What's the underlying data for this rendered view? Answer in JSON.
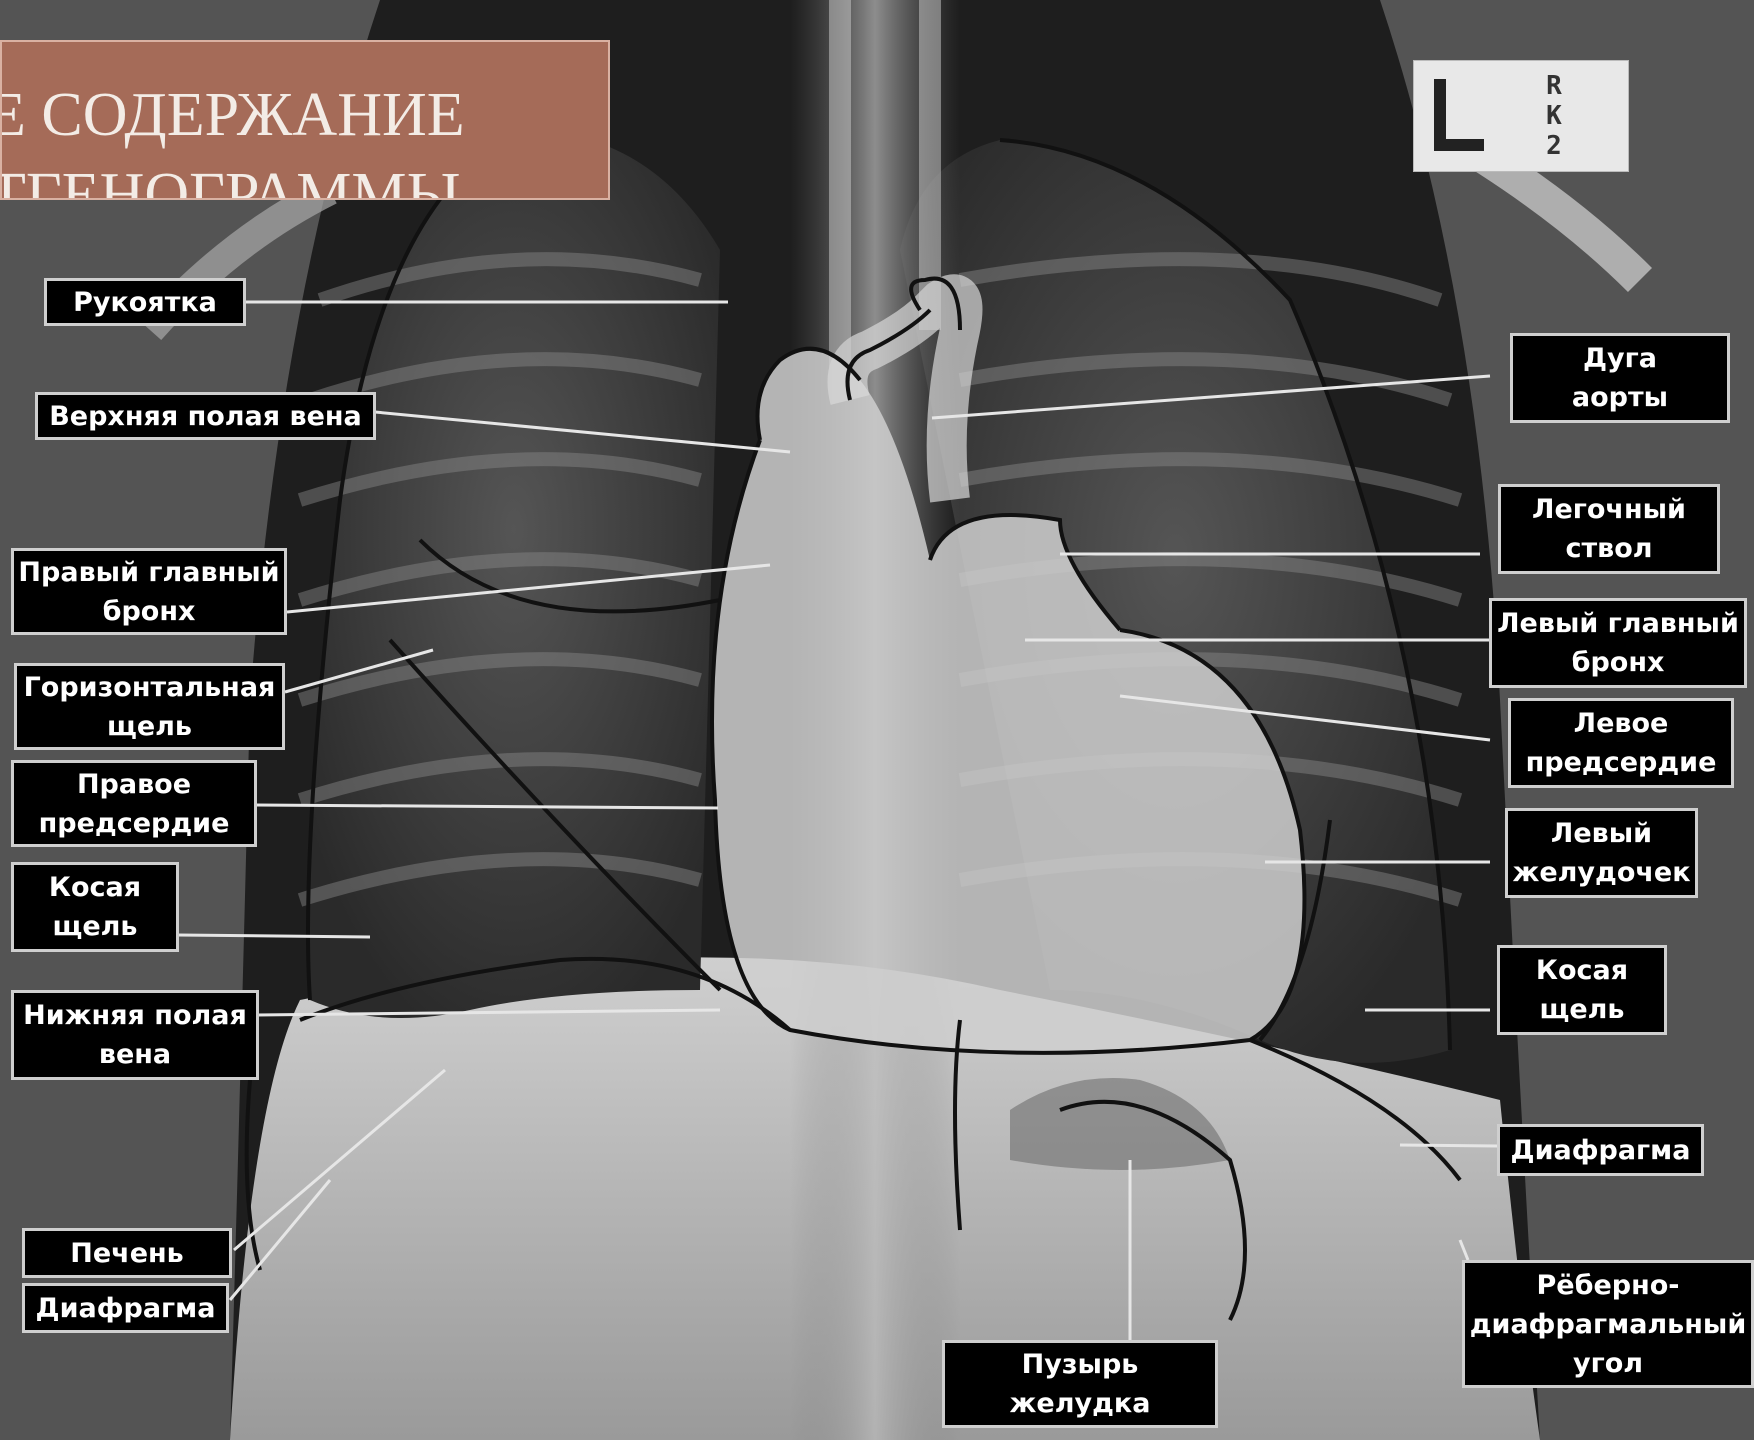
{
  "title": {
    "line1": "Е СОДЕРЖАНИЕ",
    "line2": "ТГЕНОГРАММЫ"
  },
  "film_marker": {
    "letter": "L",
    "code": "R\nK\n2"
  },
  "labels": {
    "rukoyatka": [
      "Рукоятка"
    ],
    "svc": [
      "Верхняя полая вена"
    ],
    "right_bronchus": [
      "Правый главный",
      "бронх"
    ],
    "horizontal_fissure": [
      "Горизонтальная",
      "щель"
    ],
    "right_atrium": [
      "Правое",
      "предсердие"
    ],
    "oblique_fissure_right": [
      "Косая",
      "щель"
    ],
    "ivc": [
      "Нижняя полая",
      "вена"
    ],
    "liver": [
      "Печень"
    ],
    "diaphragm_left_side": [
      "Диафрагма"
    ],
    "aortic_arch": [
      "Дуга",
      "аорты"
    ],
    "pulmonary_trunk": [
      "Легочный",
      "ствол"
    ],
    "left_bronchus": [
      "Левый главный",
      "бронх"
    ],
    "left_atrium": [
      "Левое",
      "предсердие"
    ],
    "left_ventricle": [
      "Левый",
      "желудочек"
    ],
    "oblique_fissure_left": [
      "Косая",
      "щель"
    ],
    "diaphragm_right_side": [
      "Диафрагма"
    ],
    "costophrenic_angle": [
      "Рёберно-",
      "диафрагмальный",
      "угол"
    ],
    "gastric_bubble": [
      "Пузырь",
      "желудка"
    ]
  }
}
